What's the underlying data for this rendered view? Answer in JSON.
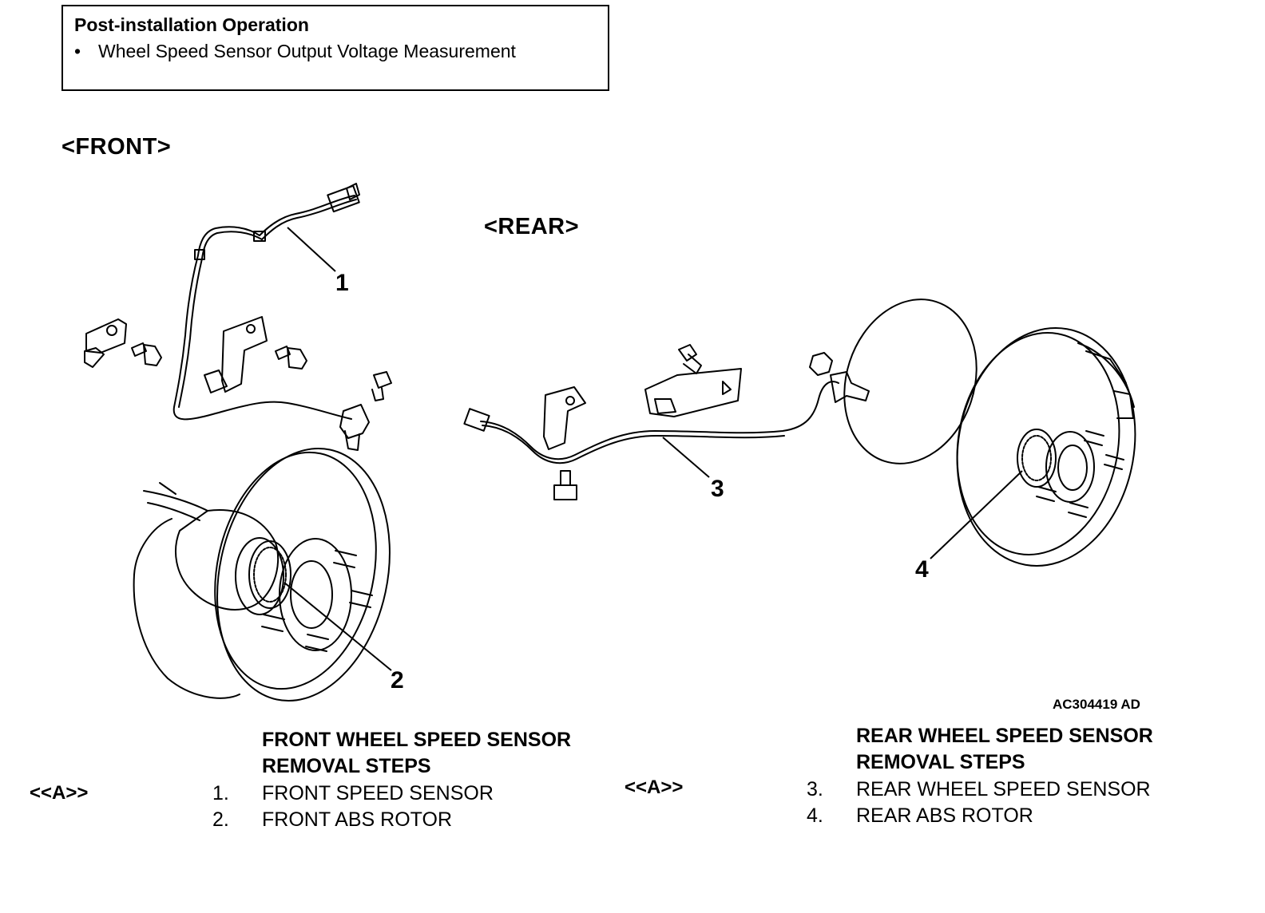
{
  "notice_box": {
    "title": "Post-installation Operation",
    "items": [
      "Wheel Speed Sensor Output Voltage Measurement"
    ]
  },
  "illustration": {
    "front_label": "<FRONT>",
    "rear_label": "<REAR>",
    "callouts": [
      "1",
      "2",
      "3",
      "4"
    ],
    "figure_code": "AC304419 AD"
  },
  "front_steps": {
    "title_line1": "FRONT WHEEL SPEED SENSOR",
    "title_line2": "REMOVAL STEPS",
    "ref": "<<A>>",
    "steps": [
      {
        "num": "1.",
        "text": "FRONT SPEED SENSOR"
      },
      {
        "num": "2.",
        "text": "FRONT ABS ROTOR"
      }
    ]
  },
  "rear_steps": {
    "title_line1": "REAR WHEEL SPEED SENSOR",
    "title_line2": "REMOVAL STEPS",
    "ref": "<<A>>",
    "steps": [
      {
        "num": "3.",
        "text": "REAR WHEEL SPEED SENSOR"
      },
      {
        "num": "4.",
        "text": "REAR ABS ROTOR"
      }
    ]
  }
}
